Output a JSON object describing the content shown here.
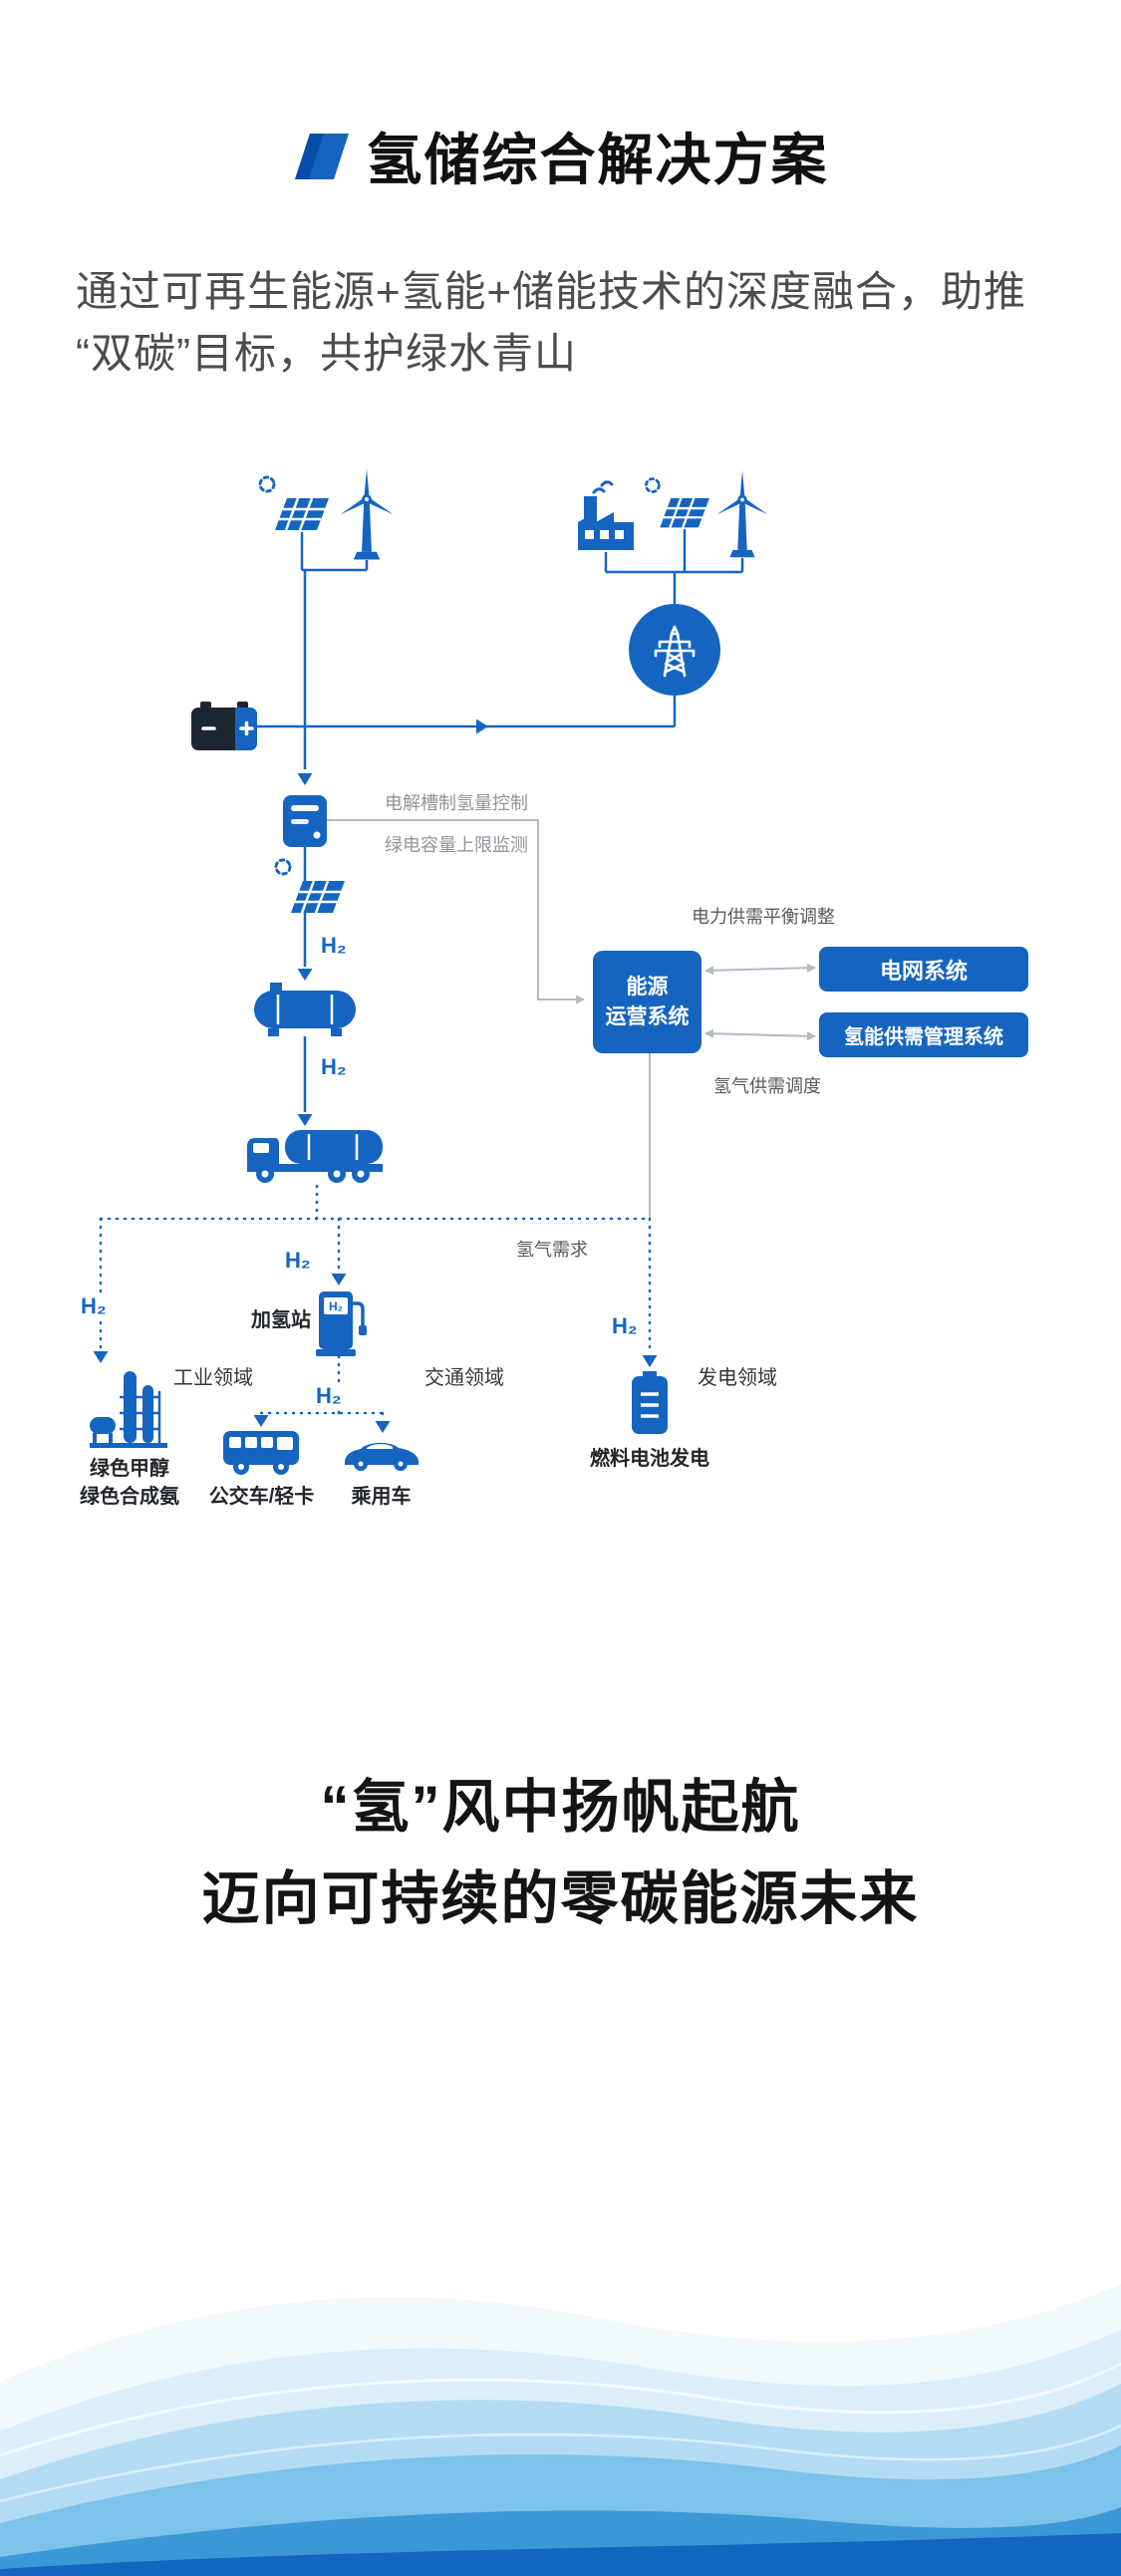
{
  "header": {
    "title": "氢储综合解决方案"
  },
  "intro": {
    "line1": "通过可再生能源+氢能+储能技术的深度融合，助推",
    "line2": "“双碳”目标，共护绿水青山"
  },
  "diagram": {
    "h2": "H₂",
    "labels": {
      "electrolyzer_control": "电解槽制氢量控制",
      "green_power_cap": "绿电容量上限监测",
      "power_balance": "电力供需平衡调整",
      "h2_dispatch": "氢气供需调度",
      "h2_demand": "氢气需求",
      "refuel_station": "加氢站",
      "industry": "工业领域",
      "transport": "交通领域",
      "power_gen": "发电领域",
      "green_methanol": "绿色甲醇",
      "green_ammonia": "绿色合成氨",
      "bus_truck": "公交车/轻卡",
      "car": "乘用车",
      "fuel_cell": "燃料电池发电"
    },
    "nodes": {
      "ops_line1": "能源",
      "ops_line2": "运营系统",
      "grid": "电网系统",
      "h2_mgmt": "氢能供需管理系统"
    }
  },
  "slogan": {
    "line1": "“氢”风中扬帆起航",
    "line2": "迈向可持续的零碳能源未来"
  },
  "colors": {
    "primary": "#1565c0",
    "deep": "#0a4da8"
  }
}
